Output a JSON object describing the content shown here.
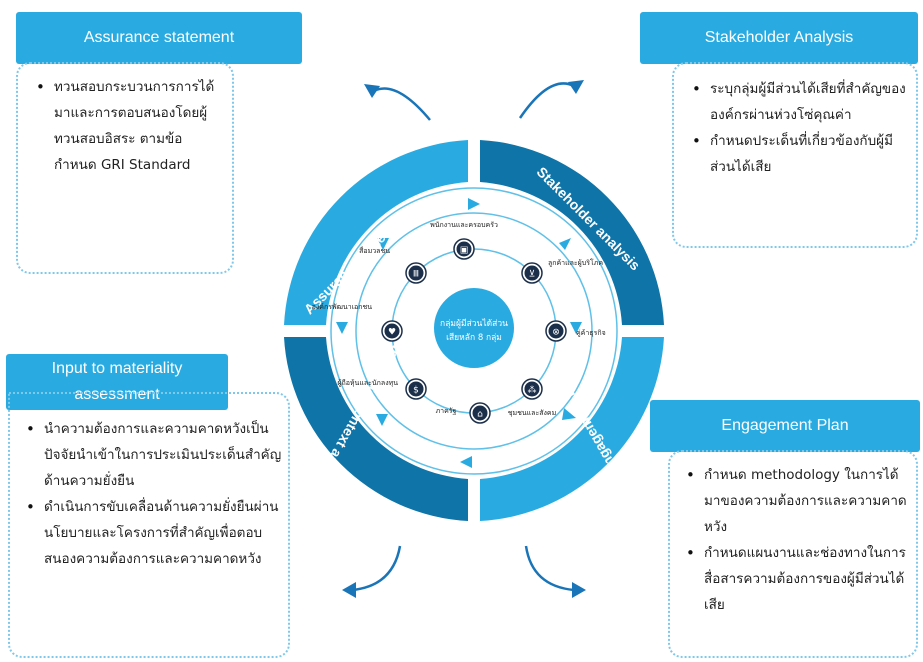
{
  "boxes": {
    "assurance": {
      "title": "Assurance statement",
      "bullets": [
        "ทวนสอบกระบวนการการได้มาและการตอบสนองโดยผู้ทวนสอบอิสระ ตามข้อกำหนด GRI Standard"
      ]
    },
    "stakeholder": {
      "title": "Stakeholder Analysis",
      "bullets": [
        "ระบุกลุ่มผู้มีส่วนได้เสียที่สำคัญขององค์กรผ่านห่วงโซ่คุณค่า",
        "กำหนดประเด็นที่เกี่ยวข้องกับผู้มีส่วนได้เสีย"
      ]
    },
    "materiality": {
      "title": "Input to materiality assessment",
      "bullets": [
        "นำความต้องการและความคาดหวังเป็นปัจจัยนำเข้าในการประเมินประเด็นสำคัญด้านความยั่งยืน",
        "ดำเนินการขับเคลื่อนด้านความยั่งยืนผ่านนโยบายและโครงการที่สำคัญเพื่อตอบสนองความต้องการและความคาดหวัง"
      ]
    },
    "engagement": {
      "title": "Engagement Plan",
      "bullets": [
        "กำหนด methodology ในการได้มาของความต้องการและความคาดหวัง",
        "กำหนดแผนงานและช่องทางในการสื่อสารความต้องการของผู้มีส่วนได้เสีย"
      ]
    }
  },
  "ring": {
    "segments": [
      "Assurance statement",
      "Stakeholder analysis",
      "Engagement Plan",
      "Integrate Context analysis"
    ]
  },
  "center": {
    "line1": "กลุ่มผู้มีส่วนได้ส่วน",
    "line2": "เสียหลัก 8 กลุ่ม"
  },
  "groups": [
    {
      "label": "พนักงานและครอบครัว",
      "icon": "briefcase-icon"
    },
    {
      "label": "ลูกค้าและผู้บริโภค",
      "icon": "shopping-cart-icon"
    },
    {
      "label": "คู่ค้าธุรกิจ",
      "icon": "handshake-icon"
    },
    {
      "label": "ชุมชนและสังคม",
      "icon": "community-icon"
    },
    {
      "label": "ภาครัฐ",
      "icon": "government-icon"
    },
    {
      "label": "ผู้ถือหุ้นและนักลงทุน",
      "icon": "dollar-icon"
    },
    {
      "label": "องค์กรพัฒนาเอกชน",
      "icon": "heart-icon"
    },
    {
      "label": "สื่อมวลชน",
      "icon": "broadcast-tower-icon"
    }
  ],
  "colors": {
    "light_blue": "#29ABE2",
    "dark_blue": "#0F74A8",
    "ring_line": "#5FC0E8"
  }
}
